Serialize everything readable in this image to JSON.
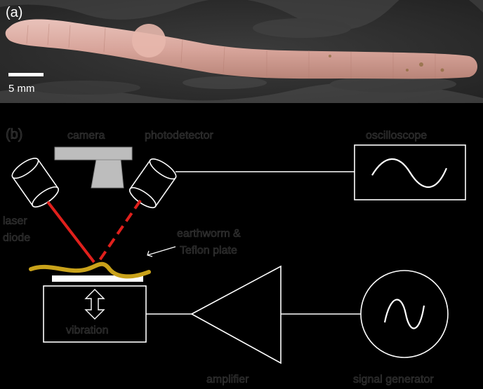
{
  "panel_a": {
    "label": "(a)",
    "scale_bar_label": "5 mm"
  },
  "panel_b": {
    "label": "(b)",
    "camera_label": "camera",
    "photodetector_label": "photodetector",
    "oscilloscope_label": "oscilloscope",
    "laser_label_line1": "laser",
    "laser_label_line2": "diode",
    "sample_label_line1": "earthworm &",
    "sample_label_line2": "Teflon plate",
    "vibration_label": "vibration",
    "amplifier_label": "amplifier",
    "signal_generator_label": "signal generator"
  },
  "colors": {
    "laser_beam": "#e0201c",
    "earthworm": "#c9a21a",
    "lines": "#ffffff",
    "device_fill": "#bdbdbd",
    "photo_background": "#2a2a2a",
    "worm_body": "#d9a9a0"
  }
}
